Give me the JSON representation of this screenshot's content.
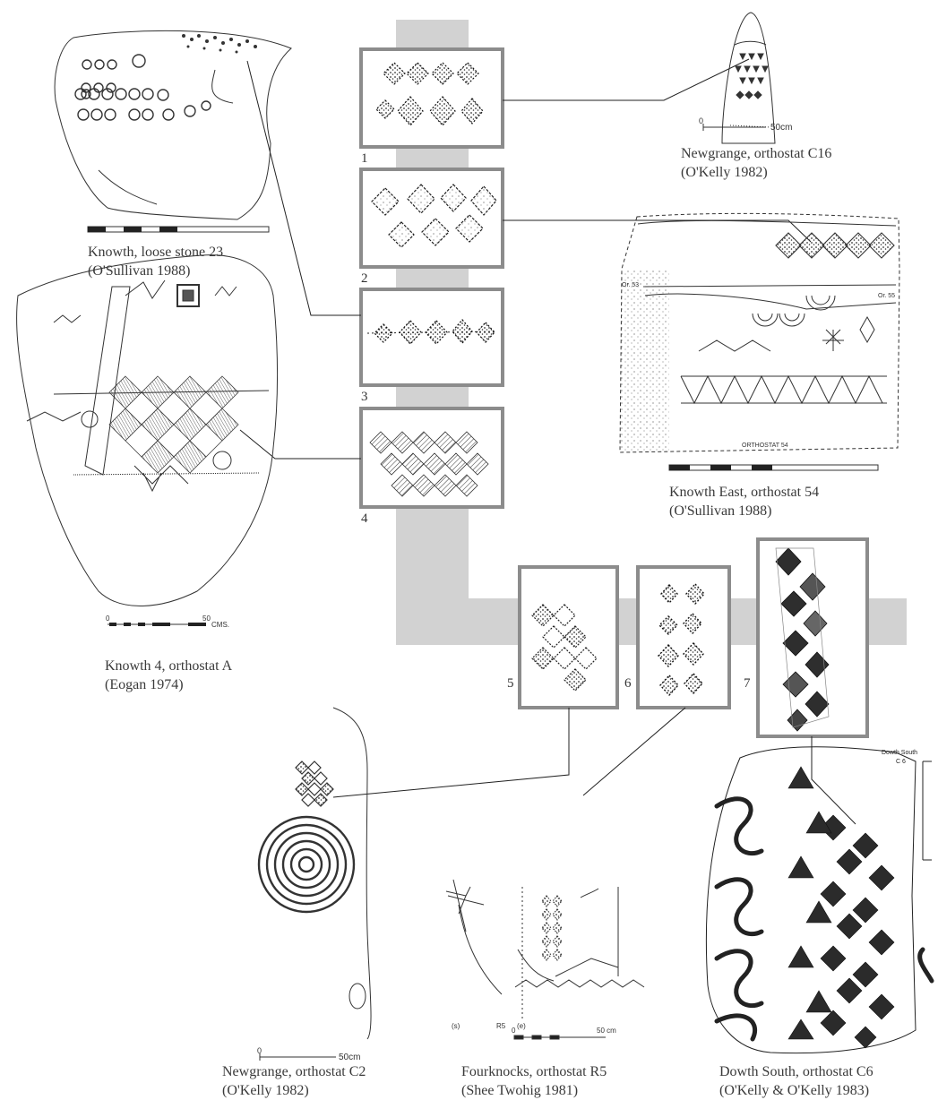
{
  "panel_numbers": [
    "1",
    "2",
    "3",
    "4",
    "5",
    "6",
    "7"
  ],
  "captions": {
    "newgrange_c16": {
      "site": "Newgrange, orthostat C16",
      "ref": "(O'Kelly 1982)"
    },
    "knowth_loose_23": {
      "site": "Knowth, loose stone 23",
      "ref": "(O'Sullivan 1988)"
    },
    "knowth_east_54": {
      "site": "Knowth East, orthostat 54",
      "ref": "(O'Sullivan 1988)"
    },
    "knowth_4_a": {
      "site": "Knowth 4, orthostat A",
      "ref": "(Eogan 1974)"
    },
    "newgrange_c2": {
      "site": "Newgrange, orthostat C2",
      "ref": "(O'Kelly 1982)"
    },
    "fourknocks_r5": {
      "site": "Fourknocks, orthostat R5",
      "ref": "(Shee Twohig 1981)"
    },
    "dowth_c6": {
      "site": "Dowth South, orthostat C6",
      "ref": "(O'Kelly & O'Kelly 1983)"
    }
  },
  "drawing_labels": {
    "c16_scale": "50cm",
    "c16_zero": "0",
    "knowth4_scale": "CMS.",
    "knowth4_zero": "0",
    "knowth4_fifty": "50",
    "east54_left": "Or. 53",
    "east54_right": "Or. 55",
    "east54_bottom": "ORTHOSTAT 54",
    "c2_scale": "50cm",
    "c2_zero": "0",
    "r5_left": "(s)",
    "r5_mid": "R5",
    "r5_right": "(e)",
    "r5_zero": "0",
    "r5_scale": "50 cm",
    "dowth_title": "Dowth South",
    "dowth_sub": "C 6"
  },
  "colors": {
    "band": "#d2d2d2",
    "frame": "#8c8c8c",
    "ink": "#2a2a2a"
  }
}
